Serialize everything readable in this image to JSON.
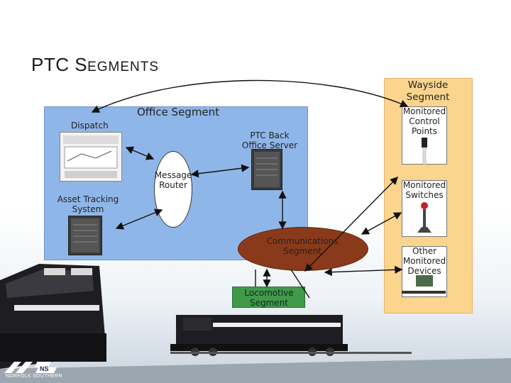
{
  "slide": {
    "title_first": "PTC S",
    "title_rest": "EGMENTS"
  },
  "office": {
    "title": "Office Segment"
  },
  "wayside": {
    "title": "Wayside Segment"
  },
  "nodes": {
    "dispatch": "Dispatch",
    "ptc_back_office": "PTC Back Office Server",
    "asset_tracking": "Asset Tracking System",
    "message_router": "Message Router",
    "communications": "Communications Segment",
    "locomotive": "Locomotive Segment",
    "monitored_control_points": "Monitored Control Points",
    "monitored_switches": "Monitored Switches",
    "other_monitored_devices": "Other Monitored Devices"
  },
  "branding": {
    "logo_text": "NS",
    "logo_caption": "NORFOLK SOUTHERN"
  },
  "colors": {
    "office_bg": "#8fb6e8",
    "wayside_bg": "#fbd48e",
    "communications": "#8a3a1a",
    "locomotive": "#3f9a4a"
  }
}
